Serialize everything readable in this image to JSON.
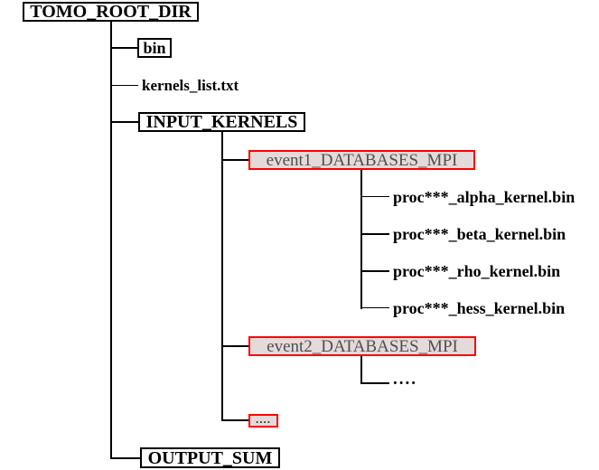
{
  "diagram": {
    "type": "directory-tree",
    "colors": {
      "background": "#ffffff",
      "line_color": "#000000",
      "box_border": "#000000",
      "text_color": "#000000",
      "highlight_border": "#fe0000",
      "highlight_bg": "#e5dada",
      "highlight_text": "#4f4f4f"
    },
    "nodes": {
      "root": {
        "label": "TOMO_ROOT_DIR",
        "type": "directory",
        "depth": 0
      },
      "bin": {
        "label": "bin",
        "type": "directory",
        "depth": 1
      },
      "kernels_list": {
        "label": "kernels_list.txt",
        "type": "file",
        "depth": 1
      },
      "input_kernels": {
        "label": "INPUT_KERNELS",
        "type": "directory",
        "depth": 1
      },
      "event1": {
        "label": "event1_DATABASES_MPI",
        "type": "highlighted-directory",
        "depth": 2
      },
      "file_alpha": {
        "label": "proc***_alpha_kernel.bin",
        "type": "file",
        "depth": 3
      },
      "file_beta": {
        "label": "proc***_beta_kernel.bin",
        "type": "file",
        "depth": 3
      },
      "file_rho": {
        "label": "proc***_rho_kernel.bin",
        "type": "file",
        "depth": 3
      },
      "file_hess": {
        "label": "proc***_hess_kernel.bin",
        "type": "file",
        "depth": 3
      },
      "event2": {
        "label": "event2_DATABASES_MPI",
        "type": "highlighted-directory",
        "depth": 2
      },
      "event2_more": {
        "label": "....",
        "type": "file",
        "depth": 3
      },
      "more_events": {
        "label": "....",
        "type": "highlighted-directory",
        "depth": 2
      },
      "output_sum": {
        "label": "OUTPUT_SUM",
        "type": "directory",
        "depth": 1
      }
    }
  }
}
